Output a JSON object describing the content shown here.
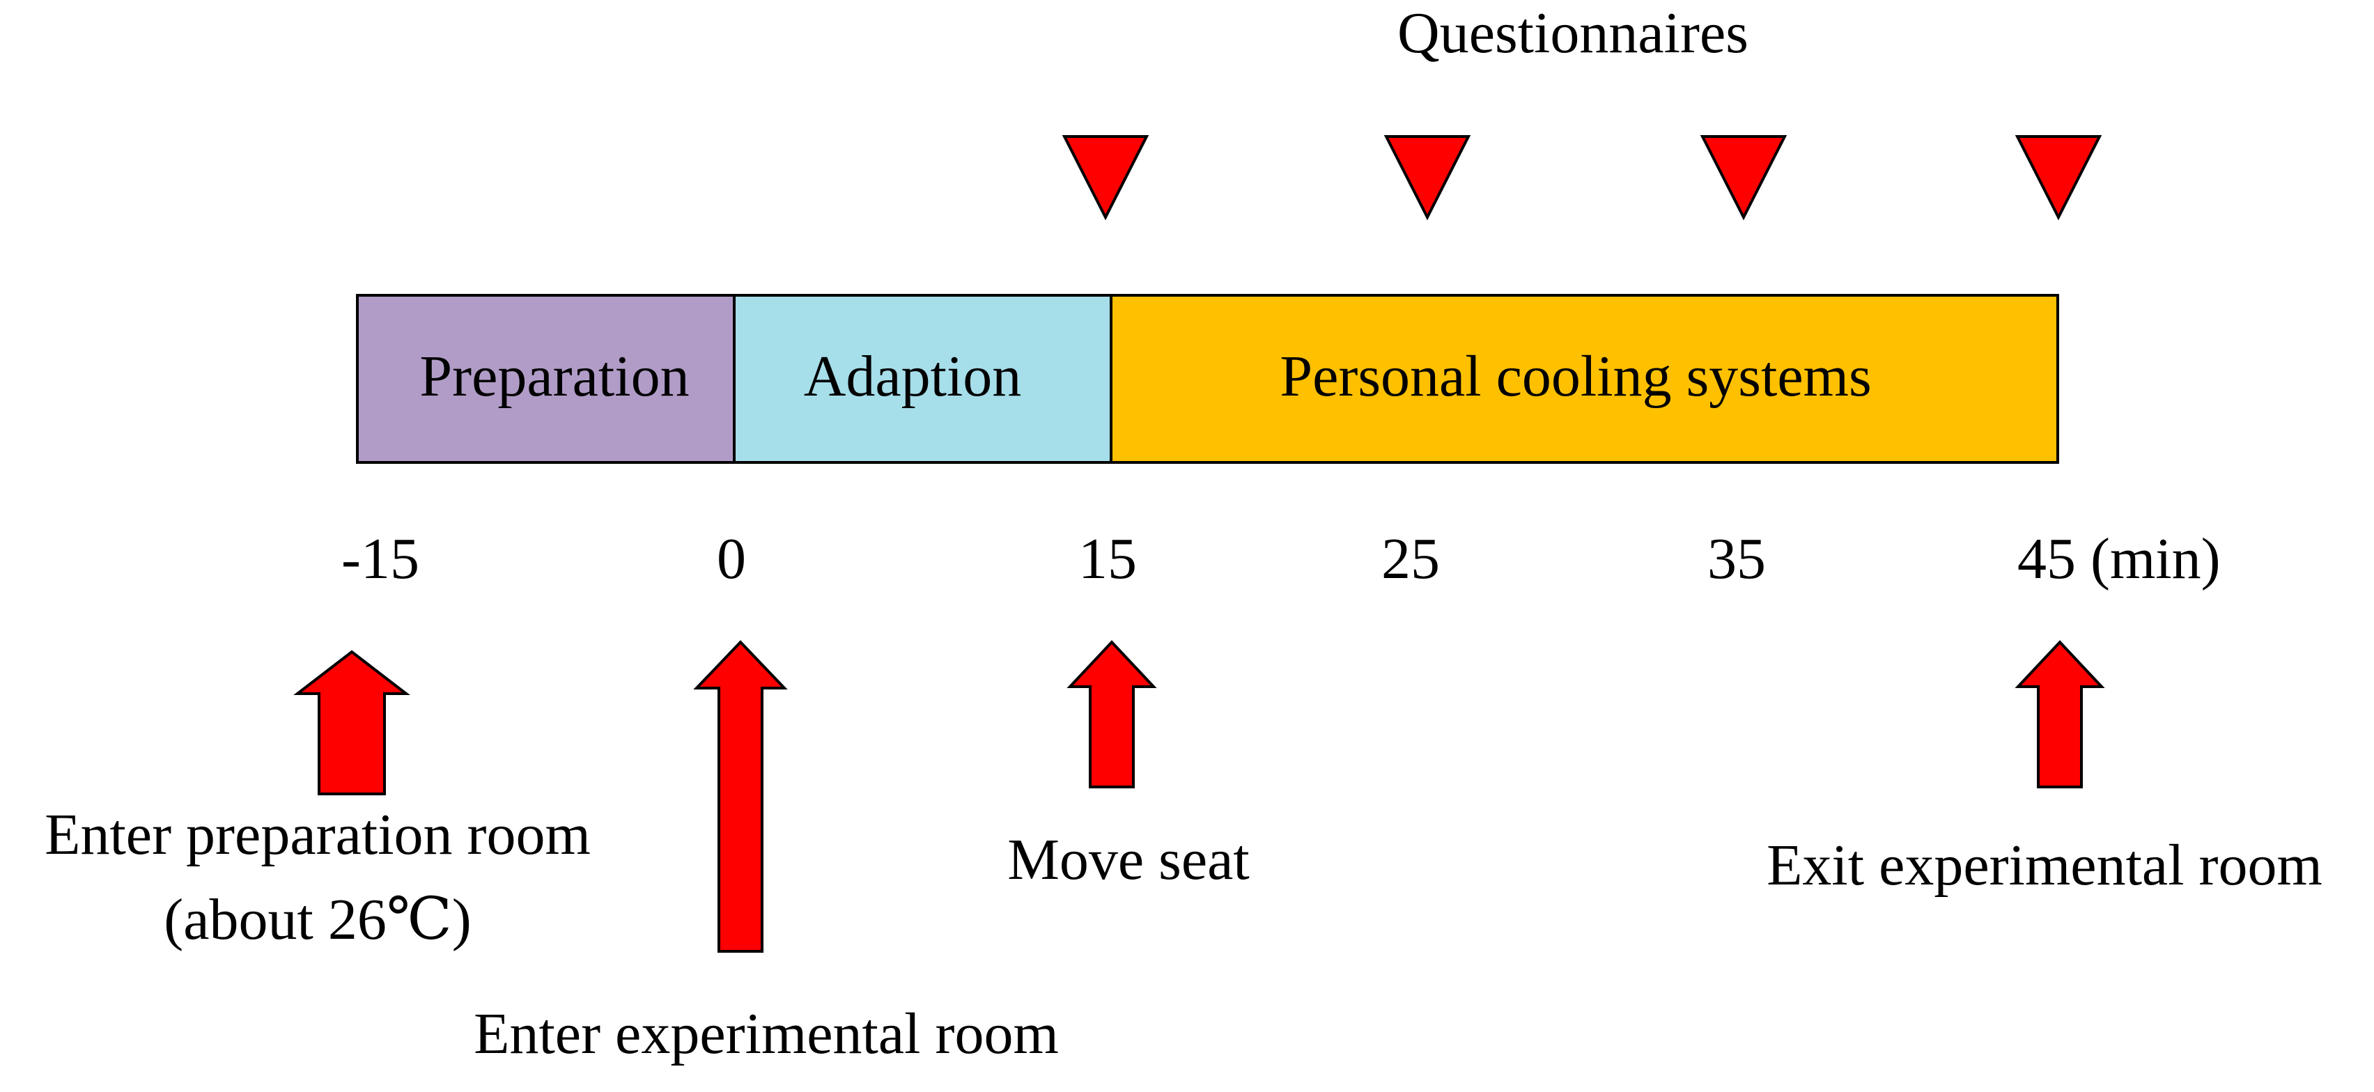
{
  "questionnaires": {
    "label": "Questionnaires",
    "marker_color": "#ff0000"
  },
  "phases": [
    {
      "label": "Preparation",
      "color": "#b19cc7"
    },
    {
      "label": "Adaption",
      "color": "#a6deea"
    },
    {
      "label": "Personal cooling systems",
      "color": "#ffc000"
    }
  ],
  "ticks": [
    "-15",
    "0",
    "15",
    "25",
    "35",
    "45 (min)"
  ],
  "events": {
    "arrow_color": "#ff0000",
    "enter_preparation": [
      "Enter preparation room",
      "(about 26℃)"
    ],
    "enter_experimental": "Enter experimental room",
    "move_seat": "Move seat",
    "exit_experimental": "Exit experimental room"
  }
}
